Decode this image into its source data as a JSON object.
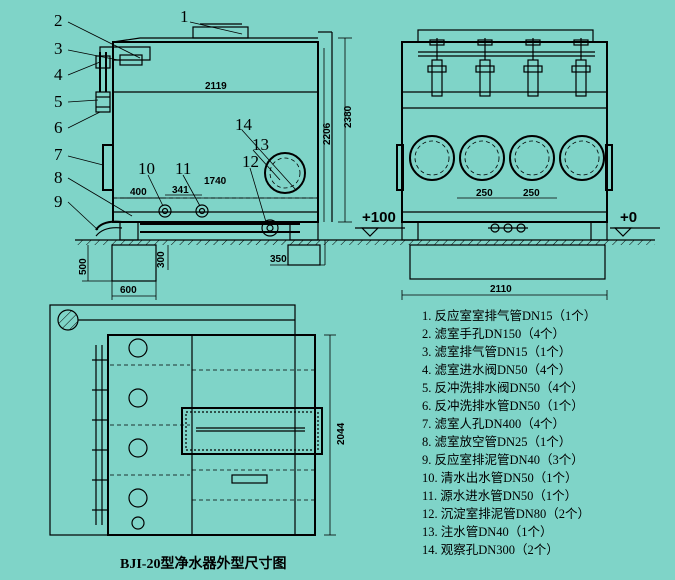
{
  "part_numbers": [
    "1",
    "2",
    "3",
    "4",
    "5",
    "6",
    "7",
    "8",
    "9",
    "10",
    "11",
    "12",
    "13",
    "14"
  ],
  "dimensions": {
    "d2119": "2119",
    "d2206": "2206",
    "d2380": "2380",
    "d400": "400",
    "d341": "341",
    "d1740": "1740",
    "d500": "500",
    "d300": "300",
    "d600": "600",
    "d350": "350",
    "d250a": "250",
    "d250b": "250",
    "d2110": "2110",
    "d2044": "2044"
  },
  "levels": {
    "plus100": "+100",
    "plus0": "+0"
  },
  "legend": [
    "1. 反应室室排气管DN15（1个）",
    "2. 滤室手孔DN150（4个）",
    "3. 滤室排气管DN15（1个）",
    "4. 滤室进水阀DN50（4个）",
    "5. 反冲洗排水阀DN50（4个）",
    "6. 反冲洗排水管DN50（1个）",
    "7. 滤室人孔DN400（4个）",
    "8. 滤室放空管DN25（1个）",
    "9. 反应室排泥管DN40（3个）",
    "10. 清水出水管DN50（1个）",
    "11. 源水进水管DN50（1个）",
    "12. 沉淀室排泥管DN80（2个）",
    "13. 注水管DN40（1个）",
    "14. 观察孔DN300（2个）"
  ],
  "title": "BJI-20型净水器外型尺寸图"
}
